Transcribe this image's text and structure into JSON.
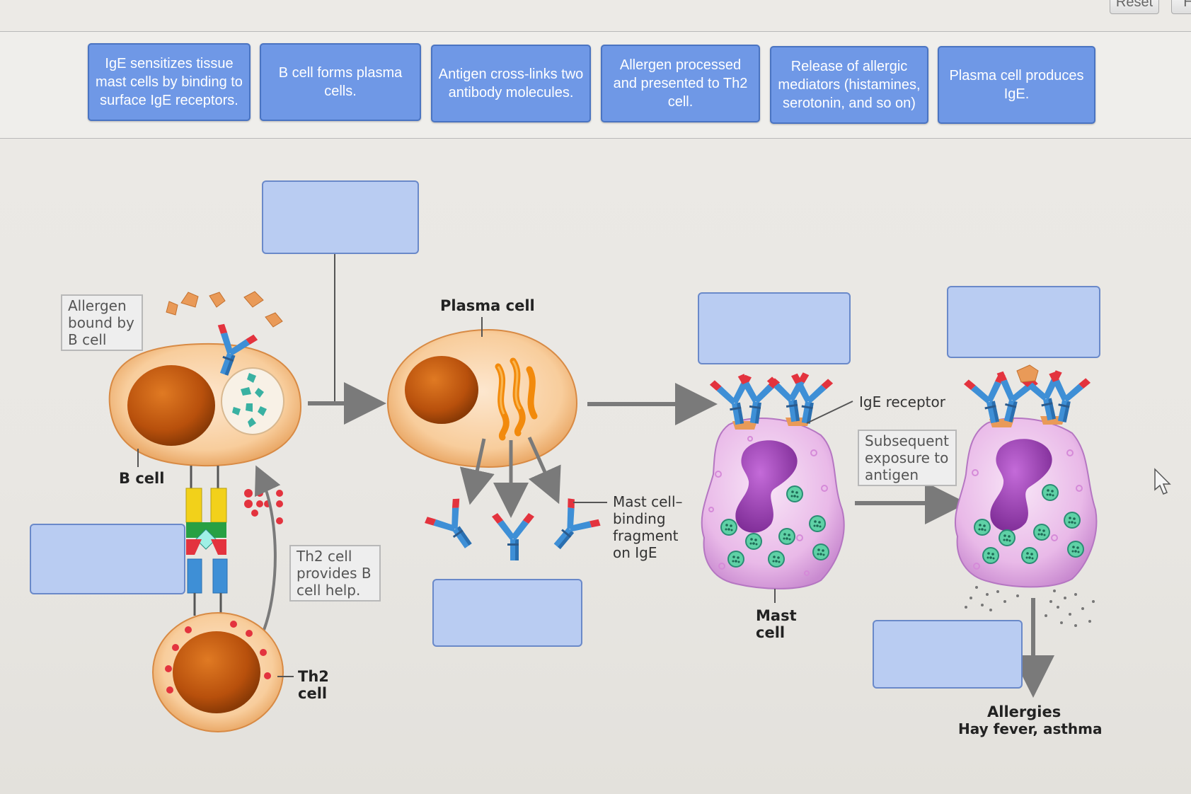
{
  "toolbar": {
    "reset_label": "Reset",
    "help_label": "He"
  },
  "answer_bank": [
    "IgE sensitizes tissue mast cells by binding to surface IgE receptors.",
    "B cell forms plasma cells.",
    "Antigen cross-links two antibody molecules.",
    "Allergen processed and presented to Th2 cell.",
    "Release of allergic mediators (histamines, serotonin, and so on)",
    "Plasma cell produces IgE."
  ],
  "diagram": {
    "tags": {
      "allergen_bound": "Allergen bound by B cell",
      "th2_help": "Th2 cell provides B cell help.",
      "subsequent": "Subsequent exposure to antigen"
    },
    "labels": {
      "b_cell": "B cell",
      "th2_cell": "Th2 cell",
      "plasma_cell": "Plasma cell",
      "mast_fragment": "Mast cell– binding fragment on IgE",
      "ige_receptor": "IgE receptor",
      "mast_cell": "Mast cell",
      "allergies": "Allergies",
      "allergies_sub": "Hay fever, asthma"
    }
  },
  "colors": {
    "chip_blue": "#6f98e6",
    "drop_zone": "#b9ccf2",
    "cell_peach": "#f6c99a",
    "nucleus_orange": "#c45a10",
    "mast_pink": "#e7b7e6",
    "mast_nucleus": "#9b3fb4"
  }
}
